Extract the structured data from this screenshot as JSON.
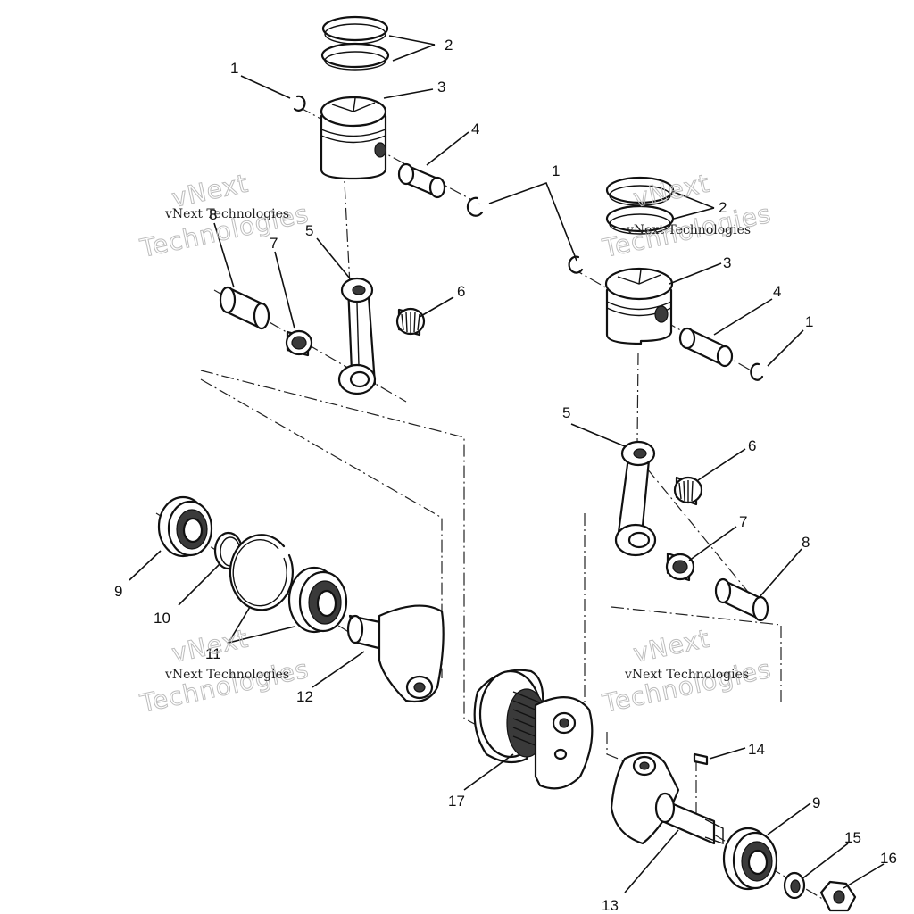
{
  "callouts": {
    "ring_left": "2",
    "ring_right": "2",
    "clip_left_top": "1",
    "clip_center": "1",
    "clip_right": "1",
    "piston_left": "3",
    "piston_right": "3",
    "pin_left": "4",
    "pin_right": "4",
    "rod_left": "5",
    "rod_right": "5",
    "needle_left": "6",
    "needle_right": "6",
    "roller_left": "7",
    "roller_right": "7",
    "sleeve_left": "8",
    "sleeve_right": "8",
    "bearing_left": "9",
    "bearing_right": "9",
    "snapring": "10",
    "bearing_set": "11",
    "crank_half_left": "12",
    "crank_half_right": "13",
    "key": "14",
    "washer": "15",
    "nut": "16",
    "center_crank": "17"
  },
  "watermark": {
    "big_top": "vNext",
    "big_bottom": "Technologies",
    "small": "vNext Technologies"
  }
}
